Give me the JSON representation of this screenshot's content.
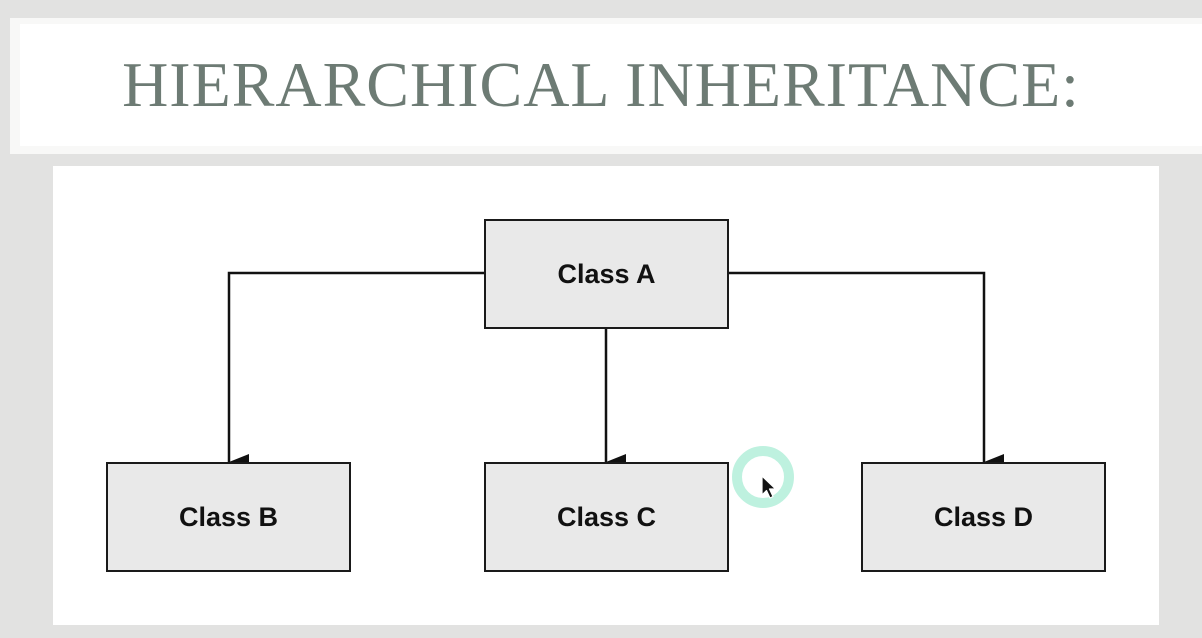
{
  "slide": {
    "title": "HIERARCHICAL INHERITANCE:"
  },
  "diagram": {
    "parent": {
      "label": "Class A"
    },
    "children": [
      {
        "label": "Class B"
      },
      {
        "label": "Class C"
      },
      {
        "label": "Class D"
      }
    ],
    "relationship": "inherits-from-parent",
    "colors": {
      "box_fill": "#e9e9e9",
      "box_stroke": "#1a1a1a",
      "title_text": "#6d7b74",
      "cursor_ring": "#b7f0dc"
    }
  },
  "cursor": {
    "icon": "mouse-pointer-icon",
    "highlight": "click-highlight-ring"
  }
}
